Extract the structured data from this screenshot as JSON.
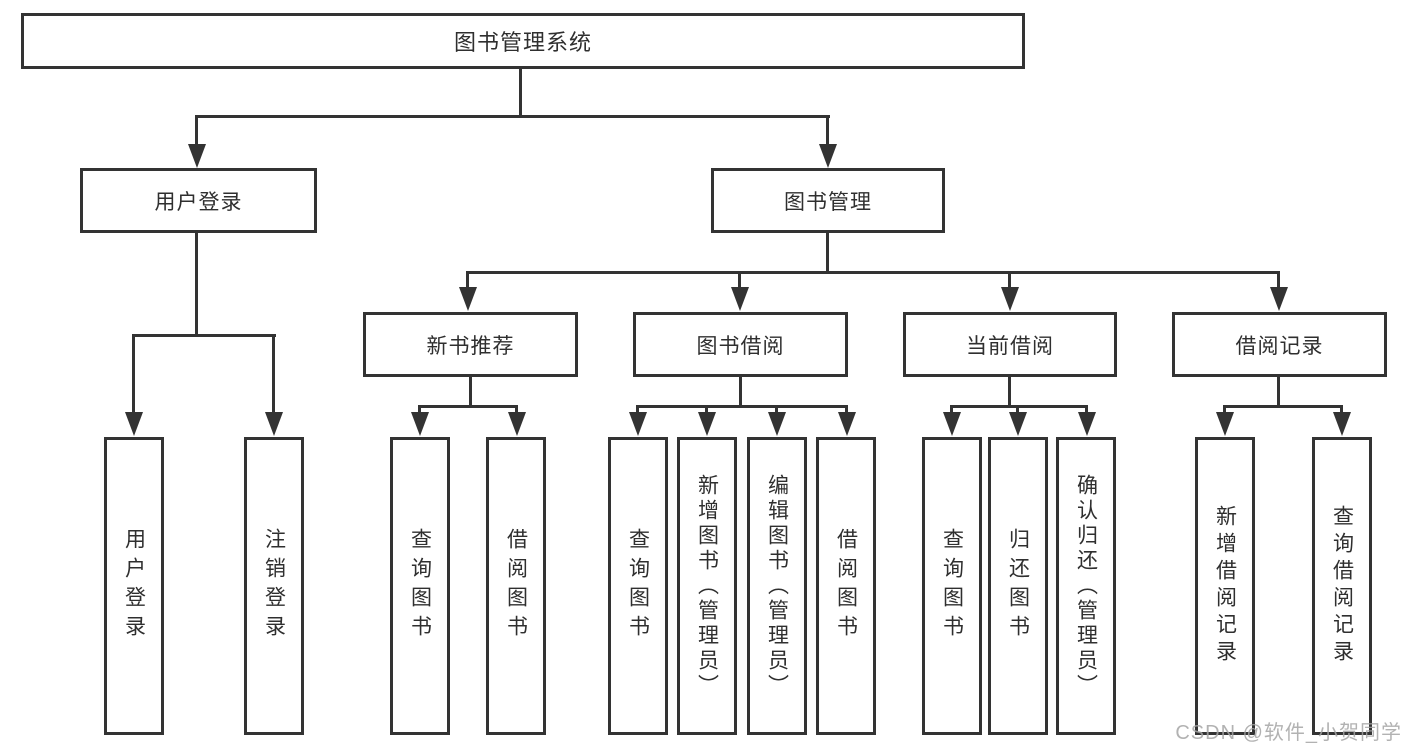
{
  "diagram": {
    "title": "图书管理系统",
    "watermark": "CSDN @软件_小贺同学",
    "colors": {
      "line": "#333333",
      "border": "#333333",
      "text": "#2f2f2f",
      "watermark": "#a5a5a5",
      "background": "#ffffff"
    }
  },
  "nodes": {
    "root": {
      "label": "图书管理系统"
    },
    "user_login": {
      "label": "用户登录"
    },
    "book_mgmt": {
      "label": "图书管理"
    },
    "new_book_rec": {
      "label": "新书推荐"
    },
    "book_borrow": {
      "label": "图书借阅"
    },
    "current_borrow": {
      "label": "当前借阅"
    },
    "borrow_records": {
      "label": "借阅记录"
    },
    "leaf_user_login": {
      "label": "用户登录"
    },
    "leaf_logout": {
      "label": "注销登录"
    },
    "leaf_rec_query_books": {
      "label": "查询图书"
    },
    "leaf_rec_borrow_books": {
      "label": "借阅图书"
    },
    "leaf_bb_query_books": {
      "label": "查询图书"
    },
    "leaf_bb_add_books": {
      "label": "新增图书（管理员）"
    },
    "leaf_bb_edit_books": {
      "label": "编辑图书（管理员）"
    },
    "leaf_bb_borrow_books": {
      "label": "借阅图书"
    },
    "leaf_cur_query_books": {
      "label": "查询图书"
    },
    "leaf_cur_return_books": {
      "label": "归还图书"
    },
    "leaf_cur_confirm_return": {
      "label": "确认归还（管理员）"
    },
    "leaf_rec_add_record": {
      "label": "新增借阅记录"
    },
    "leaf_rec_query_record": {
      "label": "查询借阅记录"
    }
  }
}
